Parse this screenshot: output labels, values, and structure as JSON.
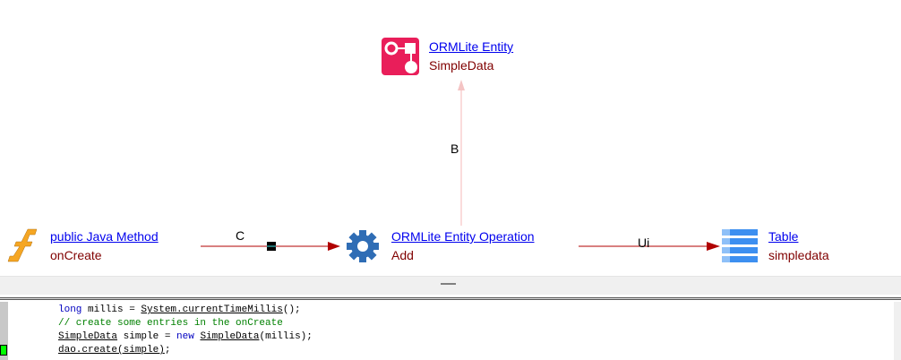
{
  "nodes": {
    "entity": {
      "title": "ORMLite Entity",
      "subtitle": "SimpleData",
      "icon": "entity-icon"
    },
    "method": {
      "title": " public Java Method",
      "subtitle": "onCreate",
      "icon": "function-icon"
    },
    "operation": {
      "title": "ORMLite Entity Operation",
      "subtitle": "Add",
      "icon": "gear-icon"
    },
    "table": {
      "title": "Table",
      "subtitle": "simpledata",
      "icon": "table-icon"
    }
  },
  "edges": {
    "b": {
      "label": "B"
    },
    "c": {
      "label": "C"
    },
    "ui": {
      "label": "Ui"
    }
  },
  "code": {
    "l1": {
      "kw": "long",
      "a": " millis = ",
      "cls": "System.currentTimeMillis",
      "b": "();"
    },
    "l2": {
      "comment": "// create some entries in the onCreate"
    },
    "l3": {
      "cls": "SimpleData",
      "a": " simple = ",
      "kw": "new",
      "sp": " ",
      "cls2": "SimpleData",
      "b": "(millis);"
    },
    "l4": {
      "call": "dao.create(simple)",
      "b": ";"
    }
  },
  "colors": {
    "edge": "#b00000",
    "edge_light": "#f4b8b8",
    "entity": "#e91e5a",
    "gear": "#2f6db5"
  }
}
